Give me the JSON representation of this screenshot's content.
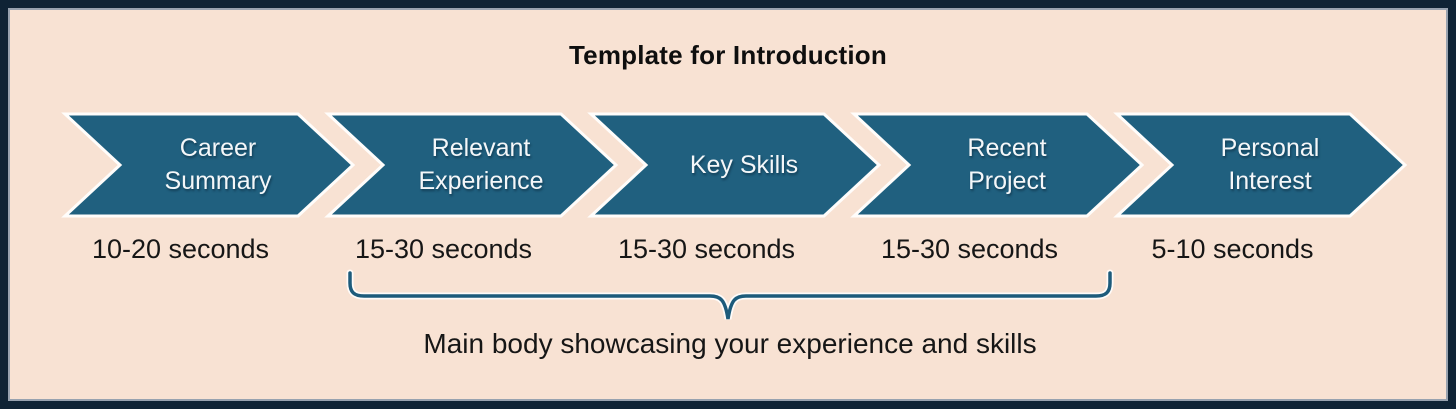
{
  "title": "Template for Introduction",
  "steps": [
    {
      "label": "Career Summary",
      "duration": "10-20 seconds"
    },
    {
      "label": "Relevant Experience",
      "duration": "15-30 seconds"
    },
    {
      "label": "Key Skills",
      "duration": "15-30 seconds"
    },
    {
      "label": "Recent Project",
      "duration": "15-30 seconds"
    },
    {
      "label": "Personal Interest",
      "duration": "5-10 seconds"
    }
  ],
  "brace_label": "Main body showcasing your experience and skills",
  "colors": {
    "background_color": "#f8e2d3",
    "border_color": "#0f2335",
    "chevron_fill": "#20607f",
    "chevron_outline": "#fffdfb",
    "brace_color": "#1d5b7b",
    "title_color": "#0e0e0e"
  }
}
